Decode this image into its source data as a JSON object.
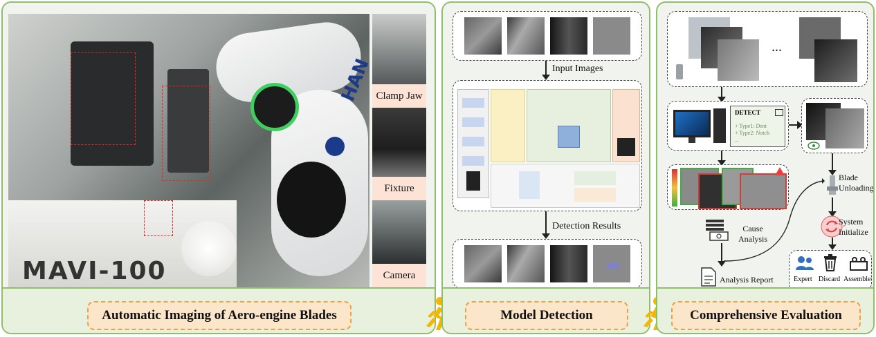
{
  "left_panel": {
    "caption": "Automatic Imaging of Aero-engine Blades",
    "machine_text": "MAVI-100",
    "robot_text": "HAN",
    "tags": [
      "Clamp Jaw",
      "Fixture",
      "Camera"
    ]
  },
  "middle_panel": {
    "caption": "Model Detection",
    "input_label": "Input Images",
    "output_label": "Detection Results"
  },
  "right_panel": {
    "caption": "Comprehensive Evaluation",
    "ellipsis": "...",
    "detect_title": "DETECT",
    "detect_lines": [
      "+ Type1: Dent",
      "+ Type2: Notch",
      "..."
    ],
    "cause_analysis": "Cause Analysis",
    "analysis_report": "Analysis Report",
    "blade_unloading": "Blade Unloading",
    "system_initialize": "System Initialize",
    "actions": [
      "Expert",
      "Discard",
      "Assemble"
    ]
  },
  "colors": {
    "panel_border": "#8fbf6a",
    "panel_bg": "#f1f4ee",
    "caption_bg": "#fbe6c9",
    "caption_border": "#e8a24a",
    "runner_icon": "#f2b705",
    "tag_bg": "#fde3d6"
  }
}
